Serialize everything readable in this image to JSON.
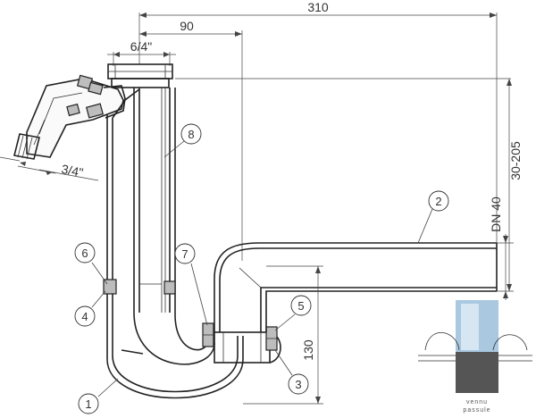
{
  "dimensions": {
    "width_top": "310",
    "width_inner": "90",
    "thread_top": "6/4\"",
    "thread_side": "3/4\"",
    "height_range": "30-205",
    "pipe_diameter": "DN 40",
    "height_lower": "130"
  },
  "parts": [
    {
      "number": "1"
    },
    {
      "number": "2"
    },
    {
      "number": "3"
    },
    {
      "number": "4"
    },
    {
      "number": "5"
    },
    {
      "number": "6"
    },
    {
      "number": "7"
    },
    {
      "number": "8"
    }
  ],
  "logo": {
    "line1": "vennu",
    "line2": "passule"
  },
  "colors": {
    "line": "#222222",
    "logo_water": "#aac8e0",
    "logo_dark": "#555555"
  }
}
